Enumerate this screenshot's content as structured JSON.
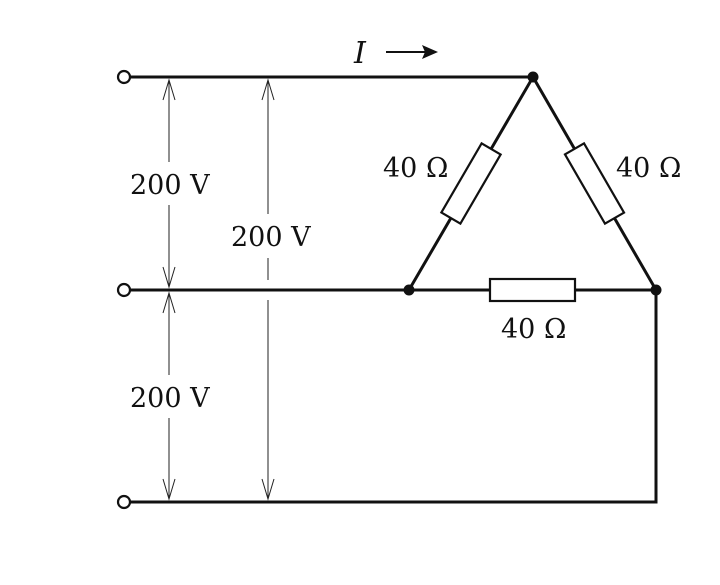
{
  "current": {
    "symbol": "I",
    "arrow": "⟶"
  },
  "voltages": {
    "top_left": "200 V",
    "top_span": "200 V",
    "bottom_left": "200 V"
  },
  "resistors": {
    "left": "40 Ω",
    "right": "40 Ω",
    "bottom": "40 Ω"
  }
}
